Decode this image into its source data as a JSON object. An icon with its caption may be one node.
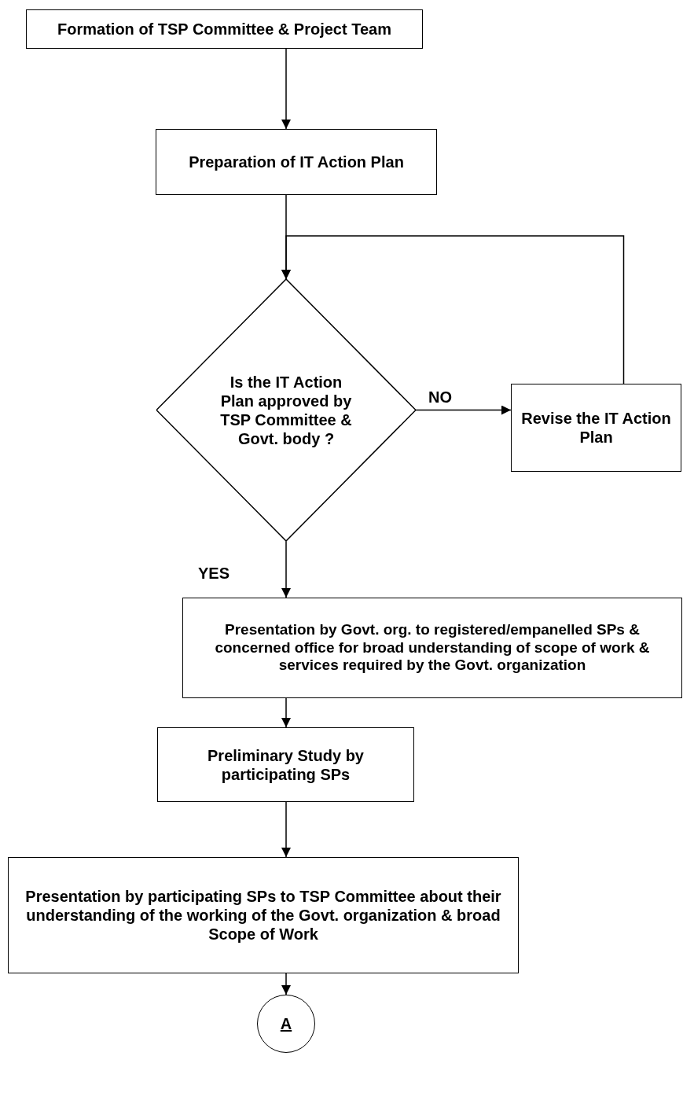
{
  "diagram": {
    "nodes": [
      {
        "text": [
          "Formation of TSP Committee & Project Team"
        ]
      },
      {
        "text": [
          "Preparation of IT Action Plan"
        ]
      },
      {
        "text": [
          "Is the IT Action Plan approved by TSP Committee & Govt. body ?"
        ]
      },
      {
        "text": [
          "Revise the IT Action Plan"
        ]
      },
      {
        "text": [
          "Presentation by Govt. org. to registered/empanelled SPs & concerned office for broad understanding of scope of work & services required by the Govt. organization"
        ]
      },
      {
        "text": [
          "Preliminary Study by participating SPs"
        ]
      },
      {
        "text": [
          "Presentation by participating SPs to TSP Committee about their understanding of the working of the Govt. organization & broad Scope of Work"
        ]
      },
      {
        "text": [
          "A"
        ]
      }
    ],
    "edges": [
      {
        "from": 0,
        "to": 1,
        "arrow": "to"
      },
      {
        "from": 1,
        "to": 2,
        "arrow": "to"
      },
      {
        "from": 2,
        "to": 3,
        "arrow": "to",
        "label": "NO"
      },
      {
        "from": 3,
        "to": 2,
        "arrow": "to"
      },
      {
        "from": 2,
        "to": 4,
        "arrow": "to",
        "label": "YES"
      },
      {
        "from": 4,
        "to": 5,
        "arrow": "to"
      },
      {
        "from": 5,
        "to": 6,
        "arrow": "to"
      },
      {
        "from": 6,
        "to": 7,
        "arrow": "to"
      }
    ]
  }
}
